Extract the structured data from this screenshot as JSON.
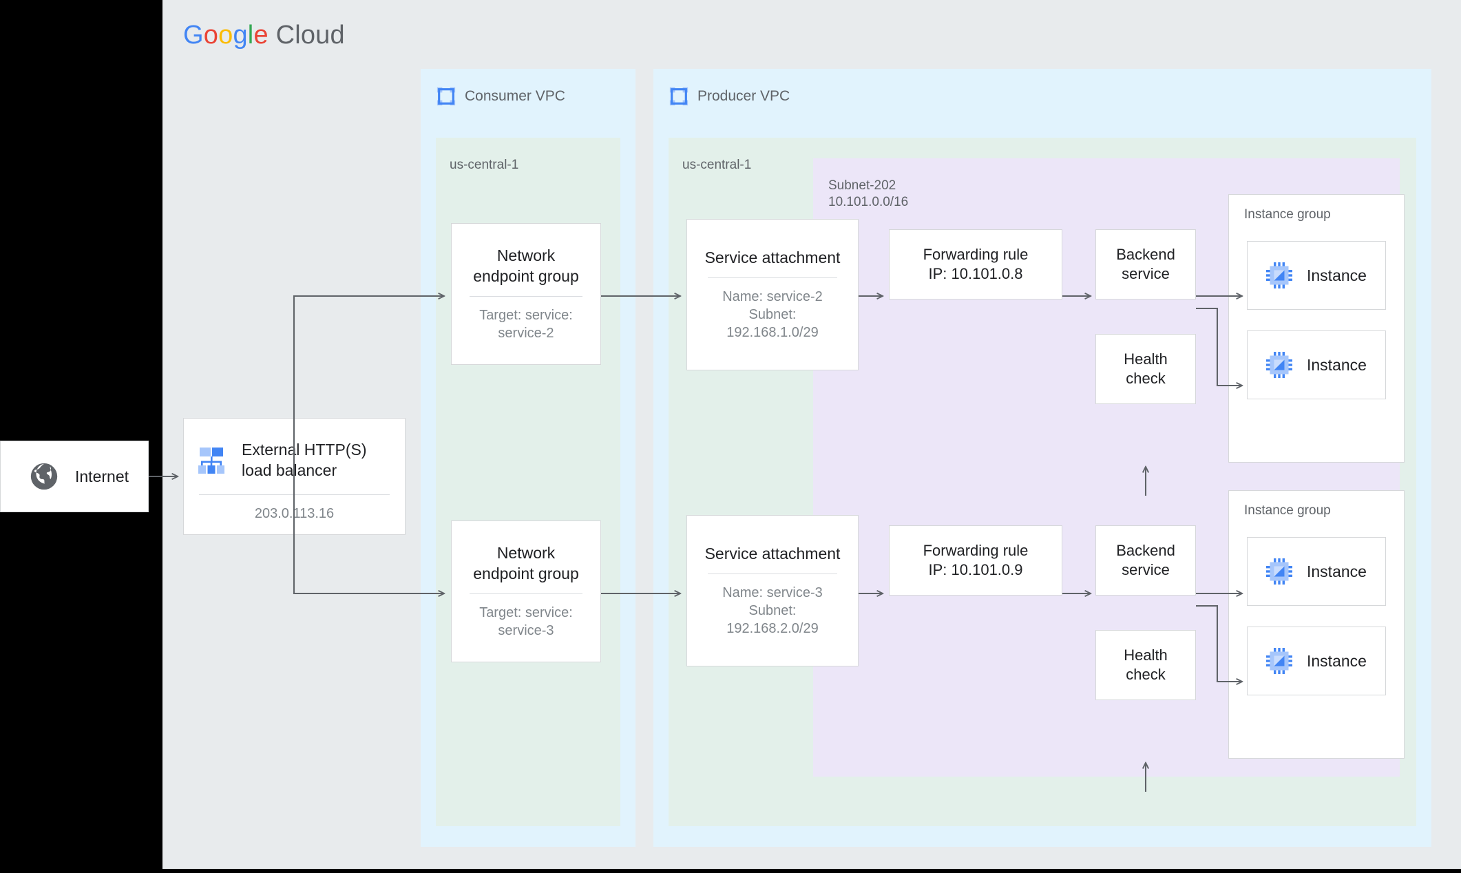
{
  "brand": {
    "logo_google": "Google",
    "logo_cloud": "Cloud",
    "colors": {
      "blue": "#4285f4",
      "red": "#ea4335",
      "yellow": "#fbbc05",
      "green": "#34a853",
      "grey": "#5f6368"
    }
  },
  "colors": {
    "canvas": "#e8ebed",
    "vpc": "#e1f3fd",
    "region": "#e3f0ea",
    "subnet": "#ece6f8",
    "node_border": "#d6d8da",
    "edge": "#5f6368",
    "icon_blue": "#4285f4",
    "icon_blue_light": "#a6c6fb"
  },
  "internet": {
    "label": "Internet",
    "icon": "globe-icon"
  },
  "load_balancer": {
    "title": "External HTTP(S)\nload balancer",
    "ip": "203.0.113.16",
    "icon": "load-balancer-icon"
  },
  "vpcs": [
    {
      "id": "consumer",
      "title": "Consumer VPC",
      "icon": "vpc-icon",
      "region": {
        "label": "us-central-1"
      },
      "nodes": [
        {
          "id": "neg-1",
          "title": "Network\nendpoint group",
          "sub": "Target: service:\nservice-2"
        },
        {
          "id": "neg-2",
          "title": "Network\nendpoint group",
          "sub": "Target: service:\nservice-3"
        }
      ]
    },
    {
      "id": "producer",
      "title": "Producer VPC",
      "icon": "vpc-icon",
      "region": {
        "label": "us-central-1"
      },
      "subnet": {
        "label": "Subnet-202\n10.101.0.0/16"
      },
      "nodes": [
        {
          "id": "sa-1",
          "title": "Service attachment",
          "sub": "Name: service-2\nSubnet:\n192.168.1.0/29"
        },
        {
          "id": "sa-2",
          "title": "Service attachment",
          "sub": "Name: service-3\nSubnet:\n192.168.2.0/29"
        }
      ]
    }
  ],
  "stacks": [
    {
      "id": "stack-top",
      "forwarding_rule": "Forwarding rule\nIP: 10.101.0.8",
      "backend_service": "Backend\nservice",
      "health_check": "Health\ncheck",
      "instance_group": {
        "label": "Instance group",
        "instances": [
          {
            "label": "Instance",
            "icon": "instance-icon"
          },
          {
            "label": "Instance",
            "icon": "instance-icon"
          }
        ]
      }
    },
    {
      "id": "stack-bottom",
      "forwarding_rule": "Forwarding rule\nIP: 10.101.0.9",
      "backend_service": "Backend\nservice",
      "health_check": "Health\ncheck",
      "instance_group": {
        "label": "Instance group",
        "instances": [
          {
            "label": "Instance",
            "icon": "instance-icon"
          },
          {
            "label": "Instance",
            "icon": "instance-icon"
          }
        ]
      }
    }
  ]
}
